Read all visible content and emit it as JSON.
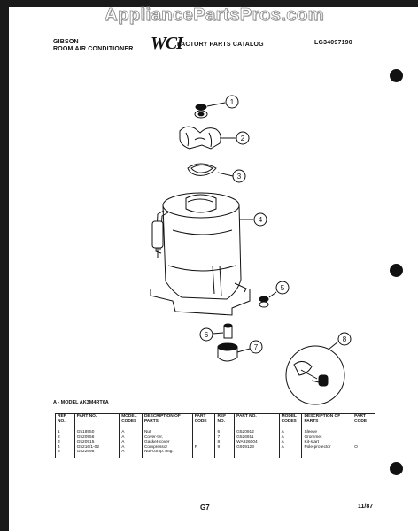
{
  "watermark": "AppliancePartsPros.com",
  "header": {
    "brand": "GIBSON",
    "product": "ROOM AIR CONDITIONER",
    "logo": "WCI",
    "catalog": "FACTORY PARTS CATALOG",
    "catalog_number": "LG34097190"
  },
  "callouts": [
    "1",
    "2",
    "3",
    "4",
    "5",
    "6",
    "7",
    "8"
  ],
  "model_note": "A - MODEL AK3M4RT6A",
  "table": {
    "headers": [
      "REF NO.",
      "PART NO.",
      "MODEL CODES",
      "DESCRIPTION OF PARTS",
      "PART CODE"
    ],
    "left_rows": [
      [
        "1",
        "G518950",
        "A",
        "Nut",
        ""
      ],
      [
        "2",
        "G520956",
        "A",
        "Cover-ter.",
        ""
      ],
      [
        "3",
        "G520915",
        "A",
        "Gasket-cover",
        ""
      ],
      [
        "4",
        "G5216/1-02",
        "A",
        "Compressor",
        "P"
      ],
      [
        "5",
        "G522698",
        "A",
        "Nut-comp. mtg.",
        ""
      ]
    ],
    "right_rows": [
      [
        "6",
        "G520912",
        "A",
        "Sleeve",
        ""
      ],
      [
        "7",
        "G526911",
        "A",
        "Grommet",
        ""
      ],
      [
        "8",
        "WA926004",
        "A",
        "Kit-start",
        ""
      ],
      [
        "9",
        "G919123",
        "A",
        "Pole-protector",
        "O"
      ]
    ]
  },
  "footer": {
    "page": "G7",
    "date": "11/87"
  }
}
